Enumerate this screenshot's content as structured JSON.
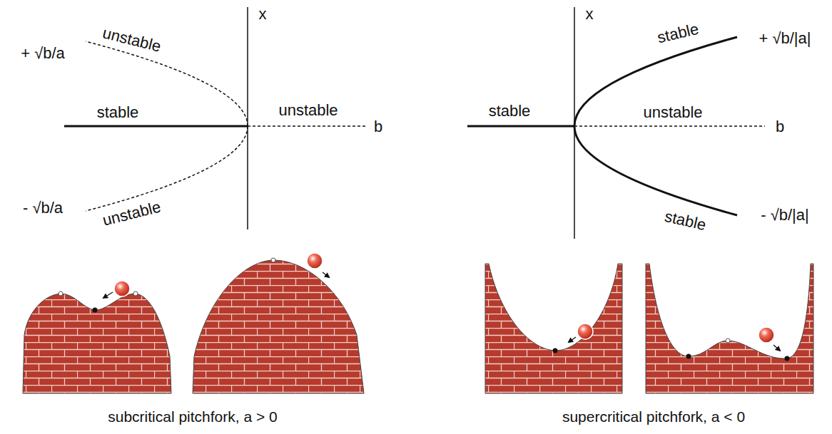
{
  "diagram": {
    "labels": [
      "x",
      "unstable",
      "+ √b/a",
      "stable",
      "unstable",
      "b",
      "- √b/a",
      "unstable",
      "x",
      "stable",
      "+ √b/|a|",
      "stable",
      "unstable",
      "b",
      "stable",
      "- √b/|a|",
      "subcritical pitchfork, a > 0",
      "supercritical pitchfork, a < 0"
    ]
  }
}
